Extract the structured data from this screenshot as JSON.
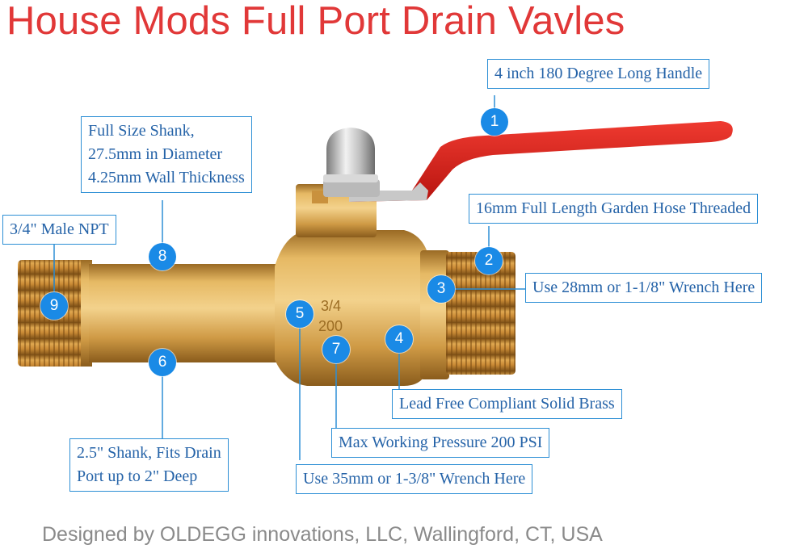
{
  "title": "House Mods Full Port Drain Vavles",
  "footer": "Designed by OLDEGG innovations, LLC, Wallingford, CT, USA",
  "valve_markings": {
    "size": "3/4",
    "pressure": "200"
  },
  "colors": {
    "title": "#e13838",
    "callout": "#1a8ae6",
    "label_text": "#2563a8",
    "handle": "#d8201e",
    "brass": "#d8a84a"
  },
  "callouts": [
    {
      "number": "1",
      "lines": [
        "4 inch 180 Degree Long Handle"
      ]
    },
    {
      "number": "2",
      "lines": [
        "16mm Full Length Garden Hose Threaded"
      ]
    },
    {
      "number": "3",
      "lines": [
        "Use 28mm or 1-1/8\" Wrench Here"
      ]
    },
    {
      "number": "4",
      "lines": [
        "Lead Free Compliant Solid Brass"
      ]
    },
    {
      "number": "5",
      "lines": [
        "Use 35mm or 1-3/8\" Wrench Here"
      ]
    },
    {
      "number": "6",
      "lines": [
        "2.5\" Shank, Fits Drain",
        "Port up to 2\" Deep"
      ]
    },
    {
      "number": "7",
      "lines": [
        "Max Working Pressure 200 PSI"
      ]
    },
    {
      "number": "8",
      "lines": [
        "Full Size Shank,",
        "27.5mm in Diameter",
        "4.25mm Wall Thickness"
      ]
    },
    {
      "number": "9",
      "lines": [
        "3/4\" Male NPT"
      ]
    }
  ]
}
